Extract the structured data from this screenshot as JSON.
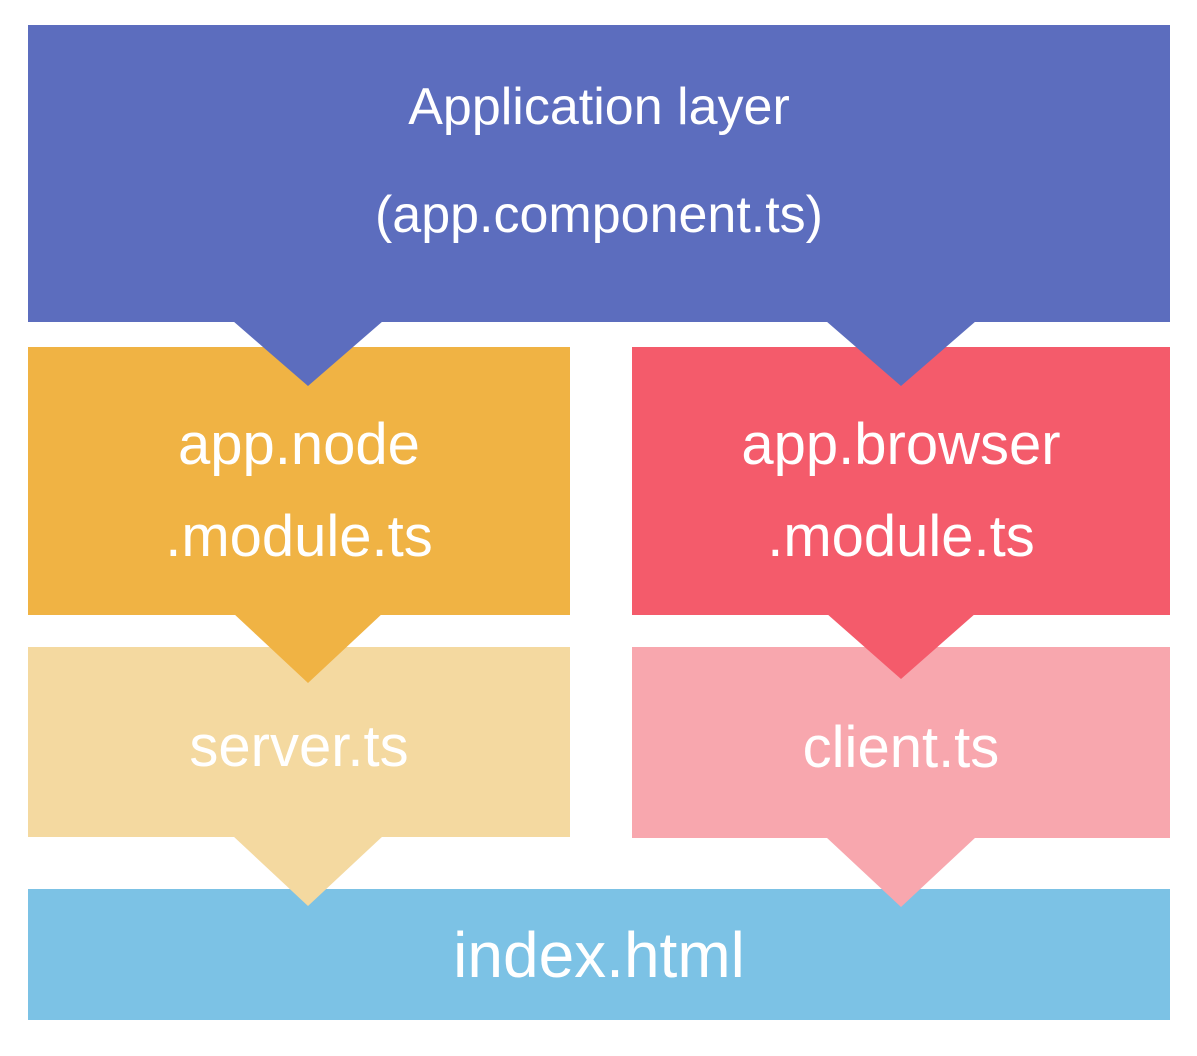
{
  "page": {
    "background": "#ffffff",
    "text_color": "#ffffff"
  },
  "diagram": {
    "nodes": [
      {
        "id": "application-layer",
        "lines": [
          "Application layer",
          "(app.component.ts)"
        ],
        "color": "#5c6dbe"
      },
      {
        "id": "app-node-module",
        "lines": [
          "app.node",
          ".module.ts"
        ],
        "color": "#f0b344"
      },
      {
        "id": "app-browser-module",
        "lines": [
          "app.browser",
          ".module.ts"
        ],
        "color": "#f45b6b"
      },
      {
        "id": "server-ts",
        "lines": [
          "server.ts"
        ],
        "color": "#f4d9a0"
      },
      {
        "id": "client-ts",
        "lines": [
          "client.ts"
        ],
        "color": "#f8a7ae"
      },
      {
        "id": "index-html",
        "lines": [
          "index.html"
        ],
        "color": "#7cc2e5"
      }
    ],
    "arrows": [
      {
        "from": "application-layer",
        "to": "app-node-module",
        "color": "#5c6dbe"
      },
      {
        "from": "application-layer",
        "to": "app-browser-module",
        "color": "#5c6dbe"
      },
      {
        "from": "app-node-module",
        "to": "server-ts",
        "color": "#f0b344"
      },
      {
        "from": "app-browser-module",
        "to": "client-ts",
        "color": "#f45b6b"
      },
      {
        "from": "server-ts",
        "to": "index-html",
        "color": "#f4d9a0"
      },
      {
        "from": "client-ts",
        "to": "index-html",
        "color": "#f8a7ae"
      }
    ]
  }
}
